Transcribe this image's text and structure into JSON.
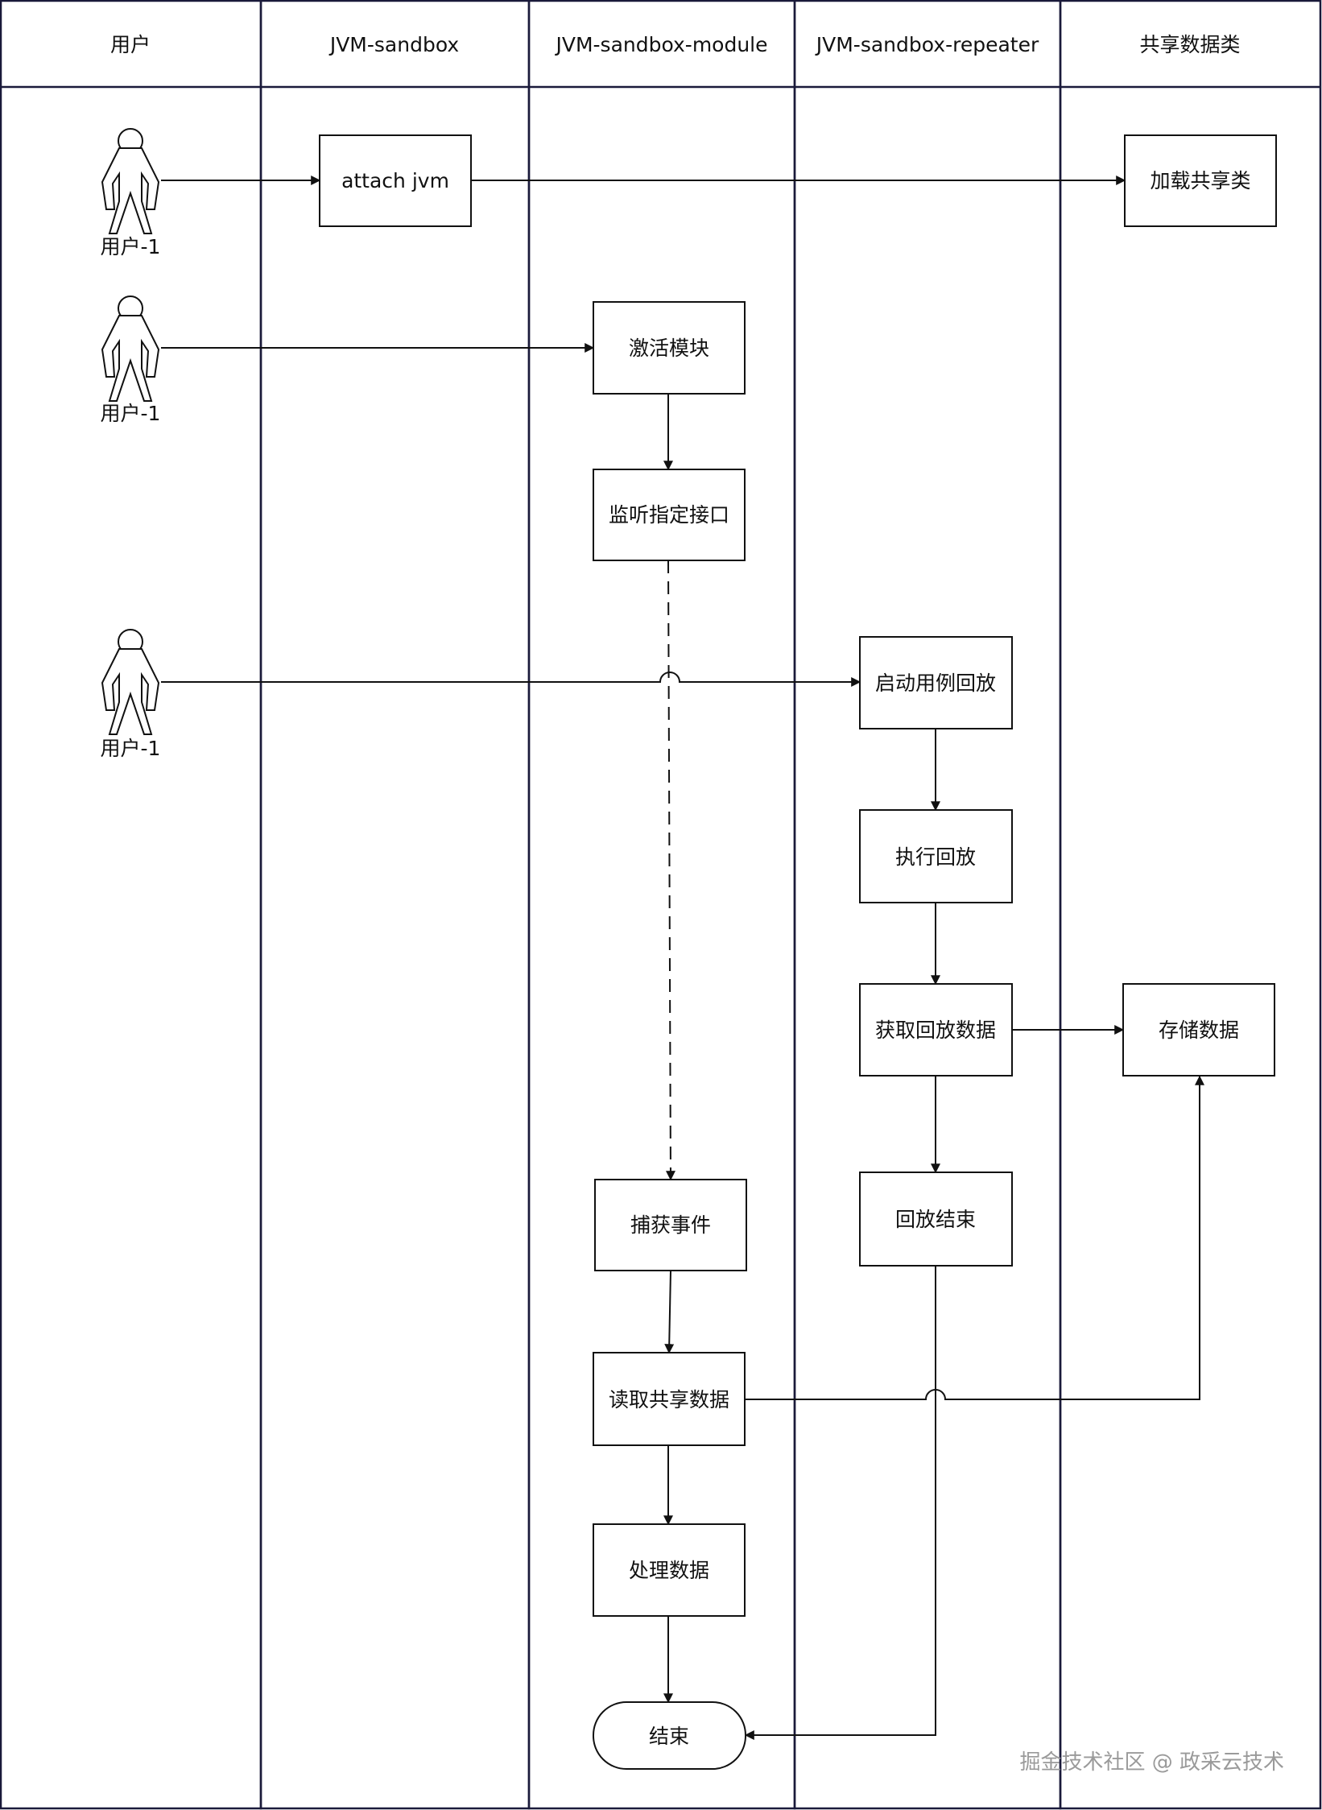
{
  "lanes": [
    {
      "id": "user",
      "label": "用户"
    },
    {
      "id": "sandbox",
      "label": "JVM-sandbox"
    },
    {
      "id": "module",
      "label": "JVM-sandbox-module"
    },
    {
      "id": "repeater",
      "label": "JVM-sandbox-repeater"
    },
    {
      "id": "shared",
      "label": "共享数据类"
    }
  ],
  "actors": [
    {
      "id": "actor1",
      "label": "用户-1"
    },
    {
      "id": "actor2",
      "label": "用户-1"
    },
    {
      "id": "actor3",
      "label": "用户-1"
    }
  ],
  "nodes": [
    {
      "id": "attach",
      "label": "attach jvm"
    },
    {
      "id": "load_shared",
      "label": "加载共享类"
    },
    {
      "id": "activate",
      "label": "激活模块"
    },
    {
      "id": "listen",
      "label": "监听指定接口"
    },
    {
      "id": "start_replay",
      "label": "启动用例回放"
    },
    {
      "id": "exec_replay",
      "label": "执行回放"
    },
    {
      "id": "get_data",
      "label": "获取回放数据"
    },
    {
      "id": "store",
      "label": "存储数据"
    },
    {
      "id": "capture",
      "label": "捕获事件"
    },
    {
      "id": "replay_end",
      "label": "回放结束"
    },
    {
      "id": "read_shared",
      "label": "读取共享数据"
    },
    {
      "id": "process",
      "label": "处理数据"
    },
    {
      "id": "end",
      "label": "结束"
    }
  ],
  "edges": [
    {
      "from": "actor1",
      "to": "attach"
    },
    {
      "from": "attach",
      "to": "load_shared"
    },
    {
      "from": "actor2",
      "to": "activate"
    },
    {
      "from": "activate",
      "to": "listen"
    },
    {
      "from": "actor3",
      "to": "start_replay"
    },
    {
      "from": "listen",
      "to": "capture",
      "style": "dashed"
    },
    {
      "from": "start_replay",
      "to": "exec_replay"
    },
    {
      "from": "exec_replay",
      "to": "get_data"
    },
    {
      "from": "get_data",
      "to": "store"
    },
    {
      "from": "get_data",
      "to": "replay_end"
    },
    {
      "from": "capture",
      "to": "read_shared"
    },
    {
      "from": "read_shared",
      "to": "store"
    },
    {
      "from": "read_shared",
      "to": "process"
    },
    {
      "from": "process",
      "to": "end"
    },
    {
      "from": "replay_end",
      "to": "end"
    }
  ],
  "watermark": "掘金技术社区 @ 政采云技术"
}
